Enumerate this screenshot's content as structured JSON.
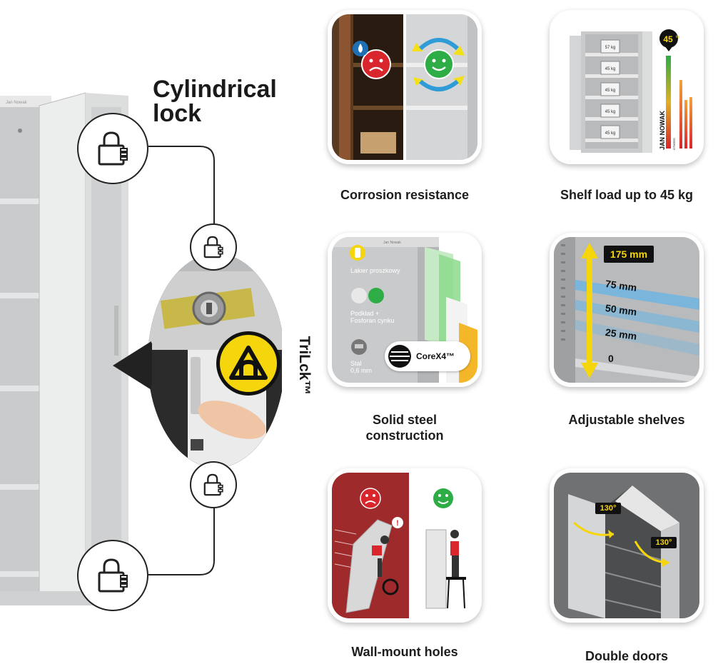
{
  "headline": {
    "line1": "Cylindrical",
    "line2": "lock"
  },
  "trilock": {
    "label": "TriLck™"
  },
  "features": [
    {
      "caption": "Corrosion resistance"
    },
    {
      "caption": "Shelf load up to 45 kg"
    },
    {
      "caption_line1": "Solid steel",
      "caption_line2": "construction"
    },
    {
      "caption": "Adjustable shelves"
    },
    {
      "caption": "Wall-mount holes"
    },
    {
      "caption": "Double doors"
    }
  ],
  "shelf_load": {
    "badge": "45",
    "unit": "kg",
    "brand": "JAN NOWAK",
    "others": "OTHERS",
    "weights": [
      "57 kg",
      "45 kg",
      "45 kg",
      "45 kg",
      "45 kg"
    ]
  },
  "construction": {
    "item1": "Lakier proszkowy",
    "item2_line1": "Podkład +",
    "item2_line2": "Fosforan cynku",
    "item3_line1": "Stal",
    "item3_line2": "0,6 mm",
    "badge": "CoreX4™",
    "brand": "Jan Nowak"
  },
  "adjustable": {
    "labels": [
      "175 mm",
      "75 mm",
      "50 mm",
      "25 mm",
      "0"
    ]
  },
  "doors": {
    "angle_left": "130°",
    "angle_right": "130°"
  },
  "colors": {
    "yellow": "#f5d50c",
    "red_bg": "#9e2a2b",
    "green_face": "#2eac45",
    "red_face": "#d9262c"
  }
}
